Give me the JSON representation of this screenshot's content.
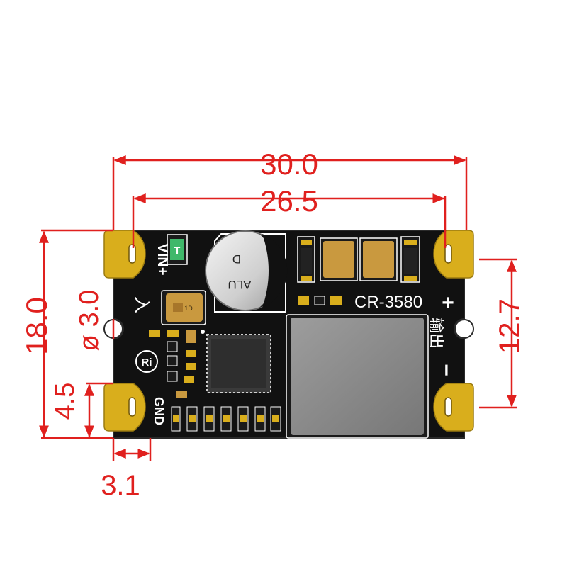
{
  "dimensions": {
    "width_total": "30.0",
    "width_holes": "26.5",
    "height_total": "18.0",
    "hole_diameter": "ø 3.0",
    "hole_offset_y": "4.5",
    "hole_offset_x": "3.1",
    "hole_spacing_right": "12.7"
  },
  "board": {
    "model": "CR-3580",
    "vin_label": "VIN+",
    "input_char": "入",
    "gnd_label": "GND",
    "logo": "Ri",
    "output_chars": "输出",
    "plus_sign": "+",
    "minus_sign": "−",
    "cap_text_top": "D",
    "cap_text_bottom": "ALU",
    "led_label": "T",
    "tant_cap_label": "1D"
  },
  "colors": {
    "dimension": "#e0201e",
    "pcb": "#111111",
    "pad_gold": "#d9ae1c",
    "silkscreen": "#ffffff",
    "inductor": "#8a8a8a",
    "capacitor_tan": "#c9993f"
  }
}
